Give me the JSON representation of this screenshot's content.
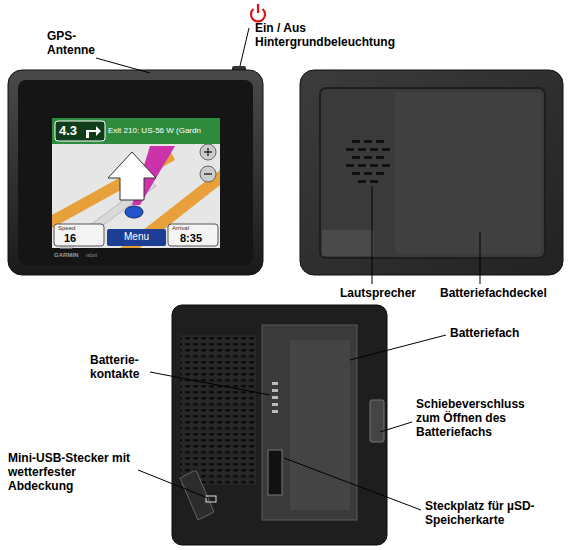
{
  "diagram": {
    "labels": [
      "GPS- Antenne",
      "Ein / Aus Hintergrundbeleuchtung",
      "4.3",
      "Exit 210: US-56 W (Gardn",
      "Speed",
      "16",
      "Menu",
      "Arrival",
      "8:35",
      "GARMIN",
      "nüvi",
      "Lautsprecher",
      "Batteriefachdeckel",
      "Batterie- kontakte",
      "Batteriefach",
      "Schiebeverschluss zum Öffnen des Batteriefachs",
      "Mini-USB-Stecker mit wetterfester Abdeckung",
      "Steckplatz für µSD-Speicherkarte"
    ]
  }
}
